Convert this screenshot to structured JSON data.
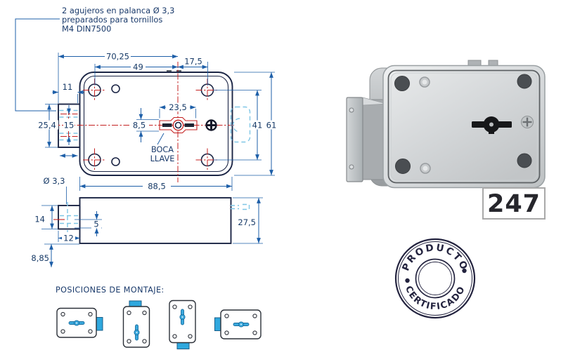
{
  "annotation": {
    "line1": "2 agujeros en palanca Ø 3,3",
    "line2": "preparados para tornillos",
    "line3": "M4 DIN7500"
  },
  "front": {
    "d70": "70,25",
    "d49": "49",
    "d17": "17,5",
    "d11": "11",
    "d25": "25,4",
    "d15": "15",
    "d23": "23,5",
    "d8": "8,5",
    "d41": "41",
    "d61": "61",
    "d88": "88,5",
    "dia": "Ø 3,3",
    "boca": "BOCA",
    "llave": "LLAVE"
  },
  "side": {
    "d14": "14",
    "d5": "5",
    "d12": "12",
    "d27": "27,5",
    "d885": "8,85"
  },
  "mounting": {
    "title": "POSICIONES DE MONTAJE:"
  },
  "product": {
    "number": "247"
  },
  "stamp": {
    "top": "PRODUCTO",
    "bottom": "CERTIFICADO"
  },
  "colors": {
    "outline_navy": "#1b2545",
    "dimension_blue": "#1e5fa8",
    "text_navy": "#173a67",
    "centerline_red": "#c42020",
    "hidden_cyan": "#7fc6e6",
    "bolt_blue": "#2fa8de",
    "stamp_navy": "#23233f",
    "metal_light": "#eef0f1",
    "metal_mid": "#c6c9cb",
    "metal_dark": "#9aa0a3",
    "keyhole_black": "#17181a",
    "badge_border": "#a9a9a9"
  },
  "icons": {
    "keyhole_icon": "slot-with-center-circle",
    "bolt_icon": "blue-rectangle-tab",
    "screw_icon": "phillips-cross",
    "crosshair_icon": "red-centerline-cross",
    "certified_stamp_icon": "double-ring-circular-stamp"
  }
}
